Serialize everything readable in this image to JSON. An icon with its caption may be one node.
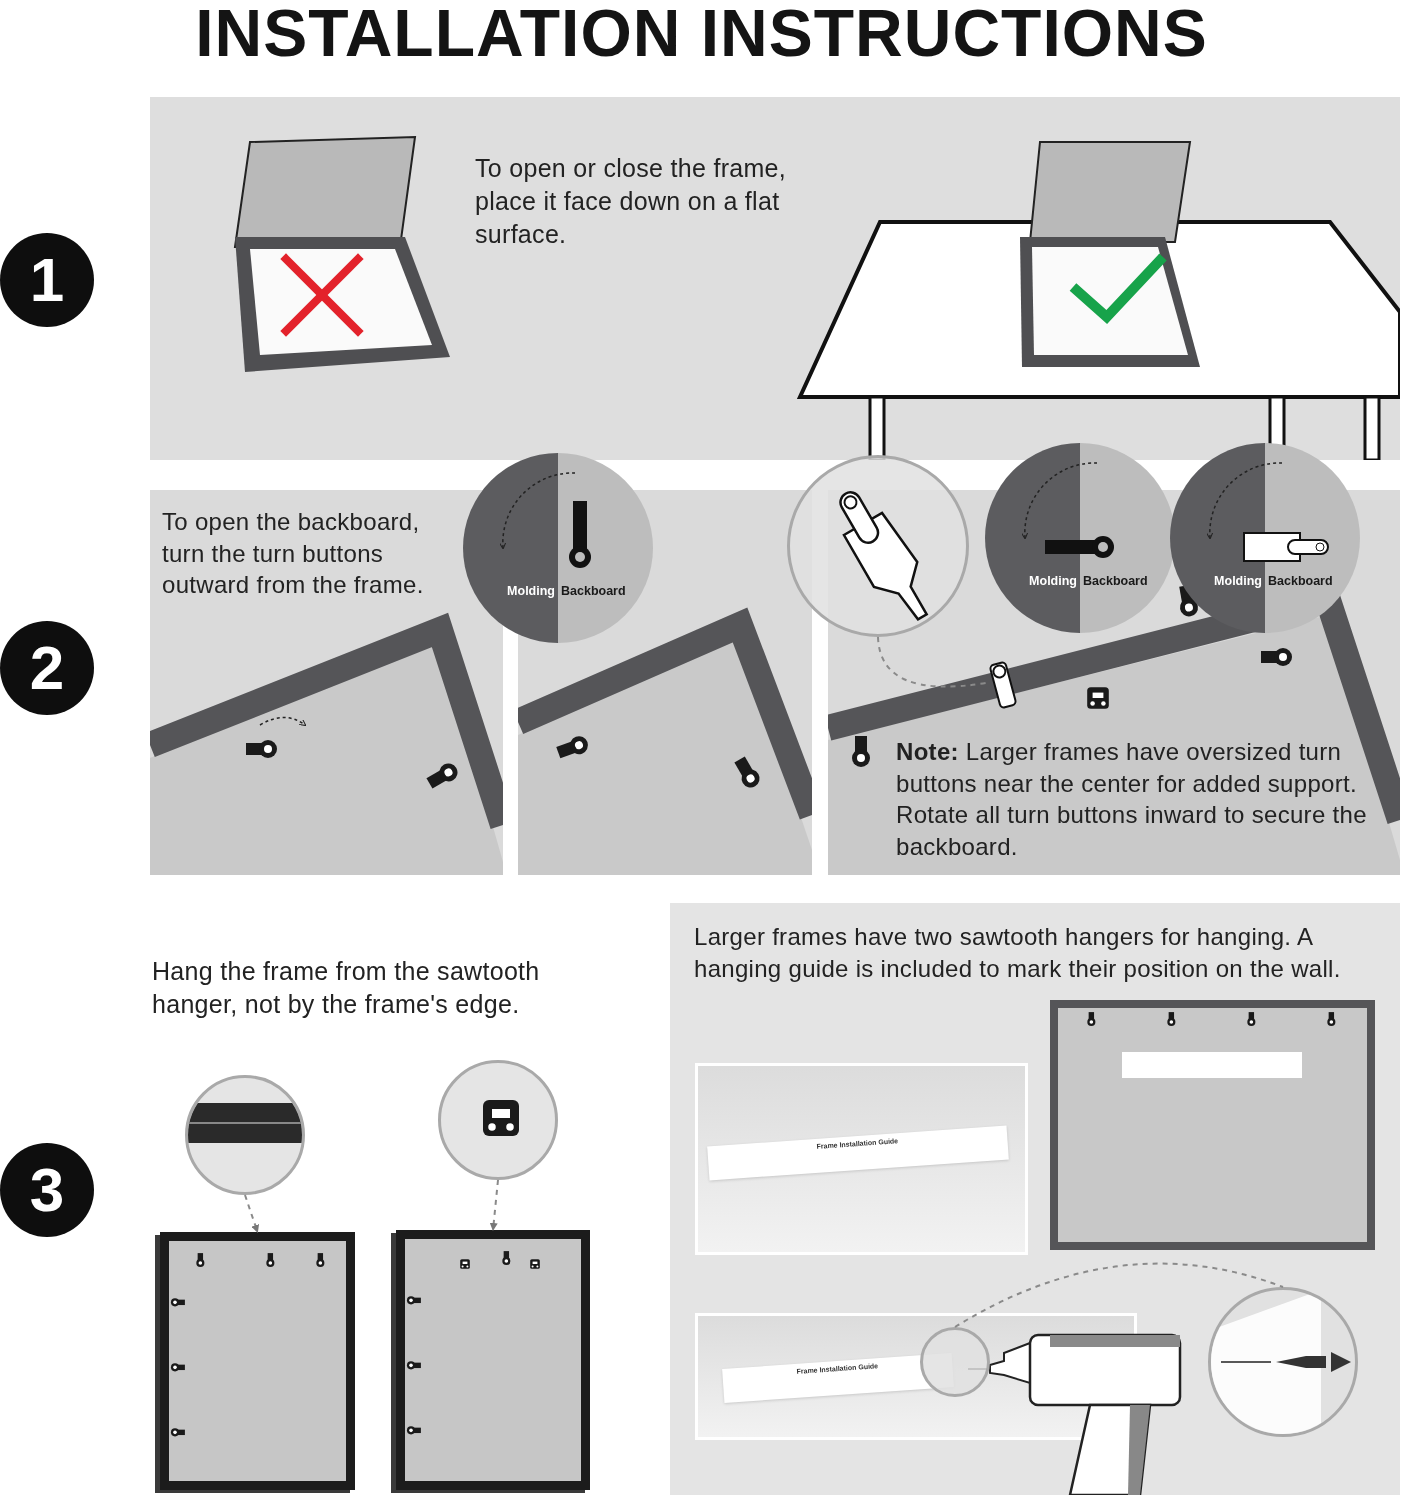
{
  "diagram": {
    "title": "INSTALLATION INSTRUCTIONS",
    "nodes": [
      {
        "text": [
          "1"
        ]
      },
      {
        "text": [
          "To open or close the frame, place it face down on a flat surface."
        ]
      },
      {
        "text": [
          "2"
        ]
      },
      {
        "text": [
          "To open the backboard, turn the turn buttons outward from the frame."
        ]
      },
      {
        "text": [
          "Molding",
          "Backboard"
        ]
      },
      {
        "text": [
          "**Note:** Larger frames have oversized turn buttons near the center for added support. Rotate all turn buttons inward to secure the backboard."
        ]
      },
      {
        "text": [],
        "shape": "circle"
      },
      {
        "text": [
          "Molding",
          "Backboard"
        ]
      },
      {
        "text": [
          "Molding",
          "Backboard"
        ]
      },
      {
        "text": [
          "3"
        ]
      },
      {
        "text": [],
        "shape": "circle"
      },
      {
        "text": [],
        "shape": "box"
      },
      {
        "text": [],
        "shape": "circle"
      },
      {
        "text": [],
        "shape": "box"
      },
      {
        "text": [
          "Larger frames have two sawtooth hangers for hanging. A hanging guide is included to mark their position on the wall."
        ]
      },
      {
        "text": [],
        "shape": "circle",
        "in": 14
      },
      {
        "text": [],
        "shape": "circle",
        "in": 14
      },
      {
        "text": [],
        "shape": "picture",
        "in": 5
      }
    ],
    "edges": [
      {
        "from": 6,
        "to": 17,
        "arrow": "none",
        "style": "dashed"
      },
      {
        "from": 10,
        "to": 11,
        "arrow": "to",
        "style": "dashed"
      },
      {
        "from": 12,
        "to": 13,
        "arrow": "to",
        "style": "dashed"
      },
      {
        "from": 15,
        "to": 16,
        "arrow": "none",
        "style": "dashed"
      }
    ],
    "labels": [
      "Hang the frame from the sawtooth hanger, not by the frame's edge.",
      "Frame Installation Guide",
      "Frame Installation Guide"
    ]
  }
}
